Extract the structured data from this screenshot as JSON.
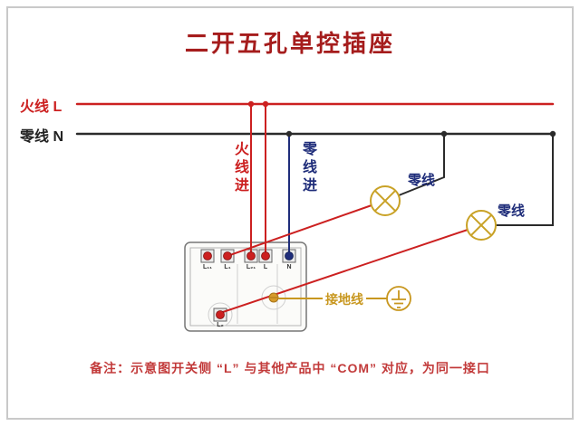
{
  "title": "二开五孔单控插座",
  "note": "备注：示意图开关侧 “L” 与其他产品中 “COM” 对应，为同一接口",
  "labels": {
    "live_line": "火线 L",
    "neutral_line": "零线 N",
    "live_in": "火线进",
    "neutral_in": "零线进",
    "lamp1_neutral": "零线",
    "lamp2_neutral": "零线",
    "ground_wire": "接地线"
  },
  "device": {
    "terminals_top": [
      {
        "label": "L₁₁"
      },
      {
        "label": "L₁"
      },
      {
        "label": "L₂₁"
      },
      {
        "label": "L"
      },
      {
        "label": "N"
      }
    ],
    "terminal_bottom": {
      "label": "L₂"
    }
  },
  "colors": {
    "live": "#cc2020",
    "neutral": "#2b2b2b",
    "navy": "#1f2d7a",
    "ground": "#c8971f",
    "lamp": "#c9a227",
    "title": "#a51c1c",
    "note": "#c23a3a"
  }
}
